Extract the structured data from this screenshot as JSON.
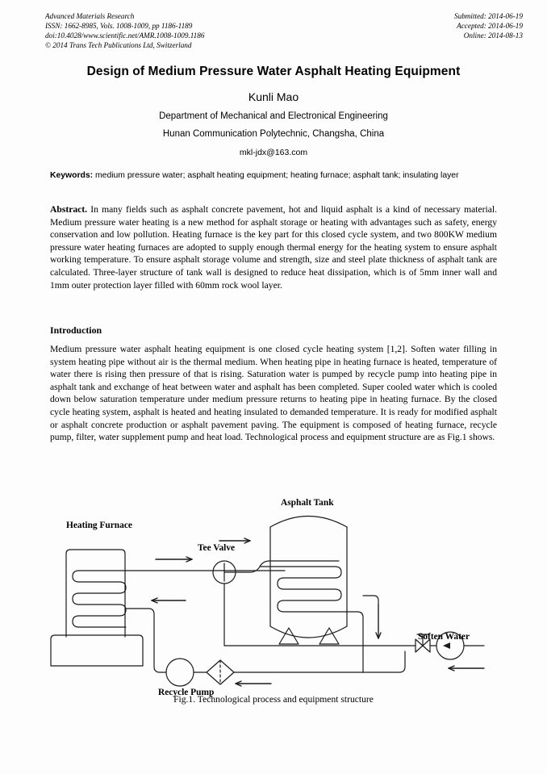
{
  "header": {
    "left_lines": [
      "Advanced Materials Research",
      "ISSN: 1662-8985, Vols. 1008-1009, pp 1186-1189",
      "doi:10.4028/www.scientific.net/AMR.1008-1009.1186",
      "© 2014 Trans Tech Publications Ltd, Switzerland"
    ],
    "right_lines": [
      "Submitted: 2014-06-19",
      "Accepted: 2014-06-19",
      "Online: 2014-08-13"
    ]
  },
  "title": "Design of Medium Pressure Water Asphalt Heating Equipment",
  "author": "Kunli Mao",
  "affiliation_1": "Department of Mechanical and Electronical Engineering",
  "affiliation_2": "Hunan Communication Polytechnic, Changsha, China",
  "email": "mkl-jdx@163.com",
  "keywords": {
    "label": "Keywords:",
    "text": " medium pressure water; asphalt heating equipment; heating furnace; asphalt tank; insulating layer"
  },
  "abstract": {
    "label": "Abstract.",
    "text": " In many fields such as asphalt concrete pavement, hot and liquid asphalt is a kind of necessary material. Medium pressure water heating is a new method for asphalt storage or heating with advantages such as safety, energy conservation and low pollution. Heating furnace is the key part for this closed cycle system, and two 800KW medium pressure water heating furnaces are adopted to supply enough thermal energy for the heating system to ensure asphalt working temperature. To ensure asphalt storage volume and strength, size and steel plate thickness of asphalt tank are calculated. Three-layer structure of tank wall is designed to reduce heat dissipation, which is of 5mm inner wall and 1mm outer protection layer filled with 60mm rock wool layer."
  },
  "introduction": {
    "heading": "Introduction",
    "body": "Medium pressure water asphalt heating equipment is one closed cycle heating system [1,2]. Soften water filling in system heating pipe without air is the thermal medium. When heating pipe in heating furnace is heated, temperature of water there is rising then pressure of that is rising. Saturation water is pumped by recycle pump into heating pipe in asphalt tank and exchange of heat between water and asphalt has been completed. Super cooled water which is cooled down below saturation temperature under medium pressure returns to heating pipe in heating furnace. By the closed cycle heating system, asphalt is heated and heating insulated to demanded temperature. It is ready for modified asphalt or asphalt concrete production or asphalt pavement paving. The equipment is composed of heating furnace, recycle pump, filter, water supplement pump and heat load. Technological process and equipment structure are as Fig.1 shows."
  },
  "figure": {
    "caption": "Fig.1. Technological process and equipment structure",
    "labels": {
      "heating_furnace": "Heating Furnace",
      "asphalt_tank": "Asphalt Tank",
      "tee_valve": "Tee Valve",
      "recycle_pump": "Recycle Pump",
      "soften_water": "Soften Water"
    }
  },
  "colors": {
    "text": "#000000",
    "page_background": "#fdfdfd",
    "line": "#1a1a1a"
  }
}
